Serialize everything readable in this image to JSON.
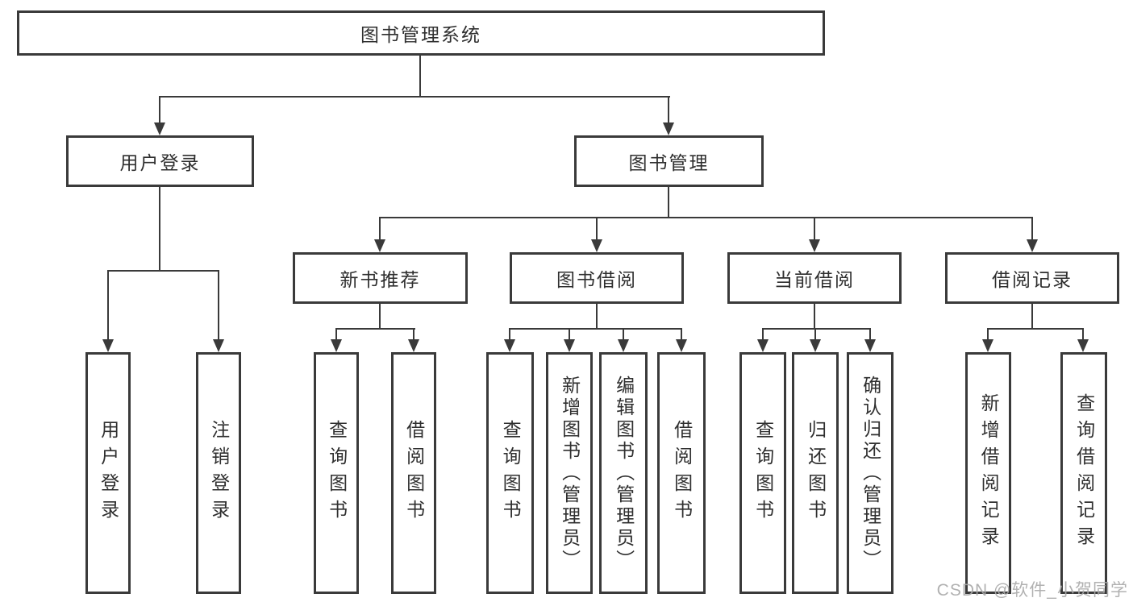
{
  "diagram": {
    "root": {
      "label": "图书管理系统",
      "children": [
        {
          "label": "用户登录",
          "children": [
            {
              "label": "用户登录"
            },
            {
              "label": "注销登录"
            }
          ]
        },
        {
          "label": "图书管理",
          "children": [
            {
              "label": "新书推荐",
              "children": [
                {
                  "label": "查询图书"
                },
                {
                  "label": "借阅图书"
                }
              ]
            },
            {
              "label": "图书借阅",
              "children": [
                {
                  "label": "查询图书"
                },
                {
                  "label": "新增图书（管理员）"
                },
                {
                  "label": "编辑图书（管理员）"
                },
                {
                  "label": "借阅图书"
                }
              ]
            },
            {
              "label": "当前借阅",
              "children": [
                {
                  "label": "查询图书"
                },
                {
                  "label": "归还图书"
                },
                {
                  "label": "确认归还（管理员）"
                }
              ]
            },
            {
              "label": "借阅记录",
              "children": [
                {
                  "label": "新增借阅记录"
                },
                {
                  "label": "查询借阅记录"
                }
              ]
            }
          ]
        }
      ]
    }
  },
  "watermark": {
    "text": "CSDN @软件_小贺同学"
  },
  "colors": {
    "line": "#3a3a3a",
    "node_border": "#3a3a3a",
    "text": "#2f2f2f",
    "background": "#ffffff",
    "watermark": "#a9a9a9"
  }
}
